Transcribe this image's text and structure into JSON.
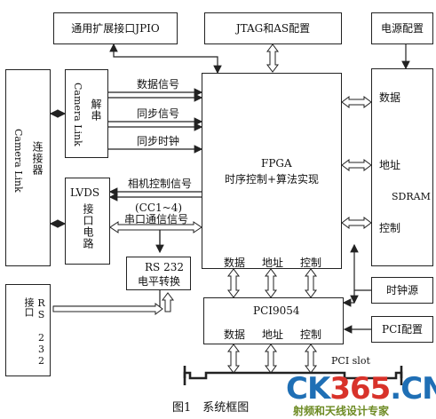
{
  "boxes": {
    "gpio": "通用扩展接口JPIO",
    "jtag": "JTAG和AS配置",
    "power": "电源配置",
    "camera_link_connector": "Camera Link",
    "connector_cn": "连接器",
    "deserializer_cn": "解串",
    "deserializer_en": "Camera Link",
    "lvds": "LVDS",
    "lvds_cn": "接口电路",
    "fpga_title": "FPGA",
    "fpga_sub": "时序控制+算法实现",
    "sdram": "SDRAM",
    "rs232_conv_1": "RS 232",
    "rs232_conv_2": "电平转换",
    "rs232_port": "RS 232接口",
    "pci9054": "PCI9054",
    "clock": "时钟源",
    "pci_config": "PCI配置"
  },
  "signals": {
    "data": "数据信号",
    "sync": "同步信号",
    "sync_clock": "同步时钟",
    "cam_ctrl": "相机控制信号",
    "cc": "(CC1~4)",
    "serial": "串口通信信号"
  },
  "bus_labels": {
    "sdram_data": "数据",
    "sdram_addr": "地址",
    "sdram_ctrl": "控制",
    "fpga_data": "数据",
    "fpga_addr": "地址",
    "fpga_ctrl": "控制",
    "pci_data": "数据",
    "pci_addr": "地址",
    "pci_ctrl": "控制",
    "pci_slot": "PCI slot"
  },
  "caption": "图1　系统框图",
  "watermark": {
    "main": "CK365.CN",
    "sub": "射频和天线设计专家",
    "main_color": "#1f6fb5",
    "accent_color": "#d8322a",
    "sub_color": "#6c8a22"
  }
}
